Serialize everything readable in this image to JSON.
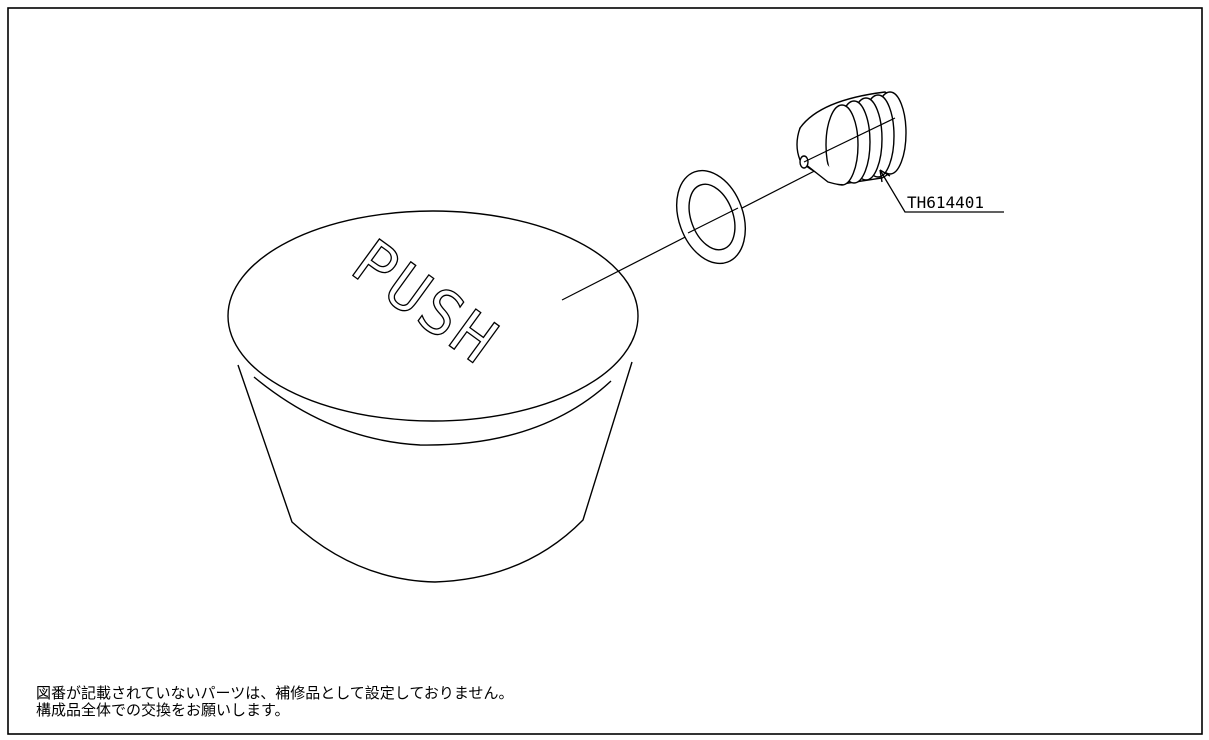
{
  "part_label": "TH614401",
  "knob_text": "PUSH",
  "notes": {
    "line1": "図番が記載されていないパーツは、補修品として設定しておりません。",
    "line2": "構成品全体での交換をお願いします。"
  }
}
